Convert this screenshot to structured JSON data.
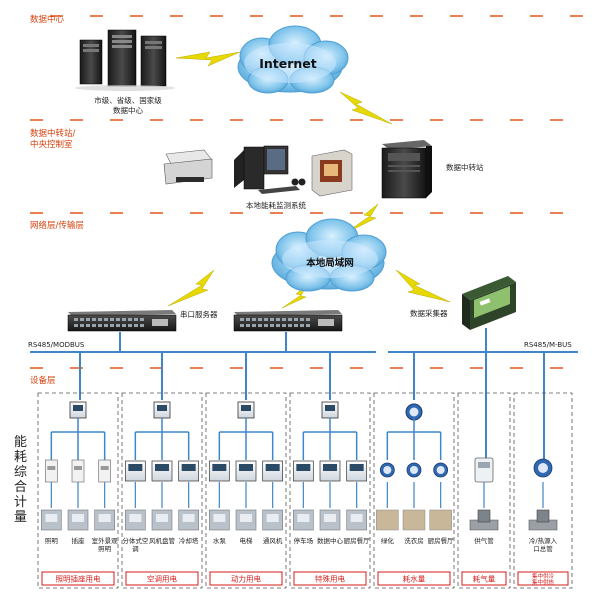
{
  "layers": {
    "data_center": "数据中心",
    "relay_station": "数据中转站/",
    "central_control": "中央控制室",
    "network_layer": "网络层/传输层",
    "device_layer": "设备层"
  },
  "internet": "Internet",
  "lan": "本地局域网",
  "server_caption_1": "市级、省级、国家级",
  "server_caption_2": "数据中心",
  "local_system": "本地能耗监测系统",
  "relay_tower_label": "数据中转站",
  "serial_server": "串口服务器",
  "data_collector": "数据采集器",
  "bus_left": "RS485/MODBUS",
  "bus_right": "RS485/M-BUS",
  "vertical_title": "能耗综合计量",
  "groups": [
    {
      "title": "照明插座用电",
      "items": [
        "照明",
        "插座",
        "室外景观照明"
      ]
    },
    {
      "title": "空调用电",
      "items": [
        "分体式空调",
        "风机盘管",
        "冷却塔"
      ]
    },
    {
      "title": "动力用电",
      "items": [
        "水泵",
        "电梯",
        "通风机"
      ]
    },
    {
      "title": "特殊用电",
      "items": [
        "停车场",
        "数据中心",
        "厨房餐厅"
      ]
    },
    {
      "title": "耗水量",
      "items": [
        "绿化",
        "洗衣房",
        "厨房餐厅"
      ]
    },
    {
      "title": "耗气量",
      "items": [
        "供气管"
      ]
    },
    {
      "title": "集中供冷集中供热",
      "items": [
        "冷/热源入口总管"
      ]
    }
  ],
  "colors": {
    "layer_text": "#d6400c",
    "dash": "#e2561b",
    "bus": "#3f86c8",
    "lightning": "#e7d900",
    "cloud": "#7ec3ea",
    "group_title": "#d61b1b"
  }
}
